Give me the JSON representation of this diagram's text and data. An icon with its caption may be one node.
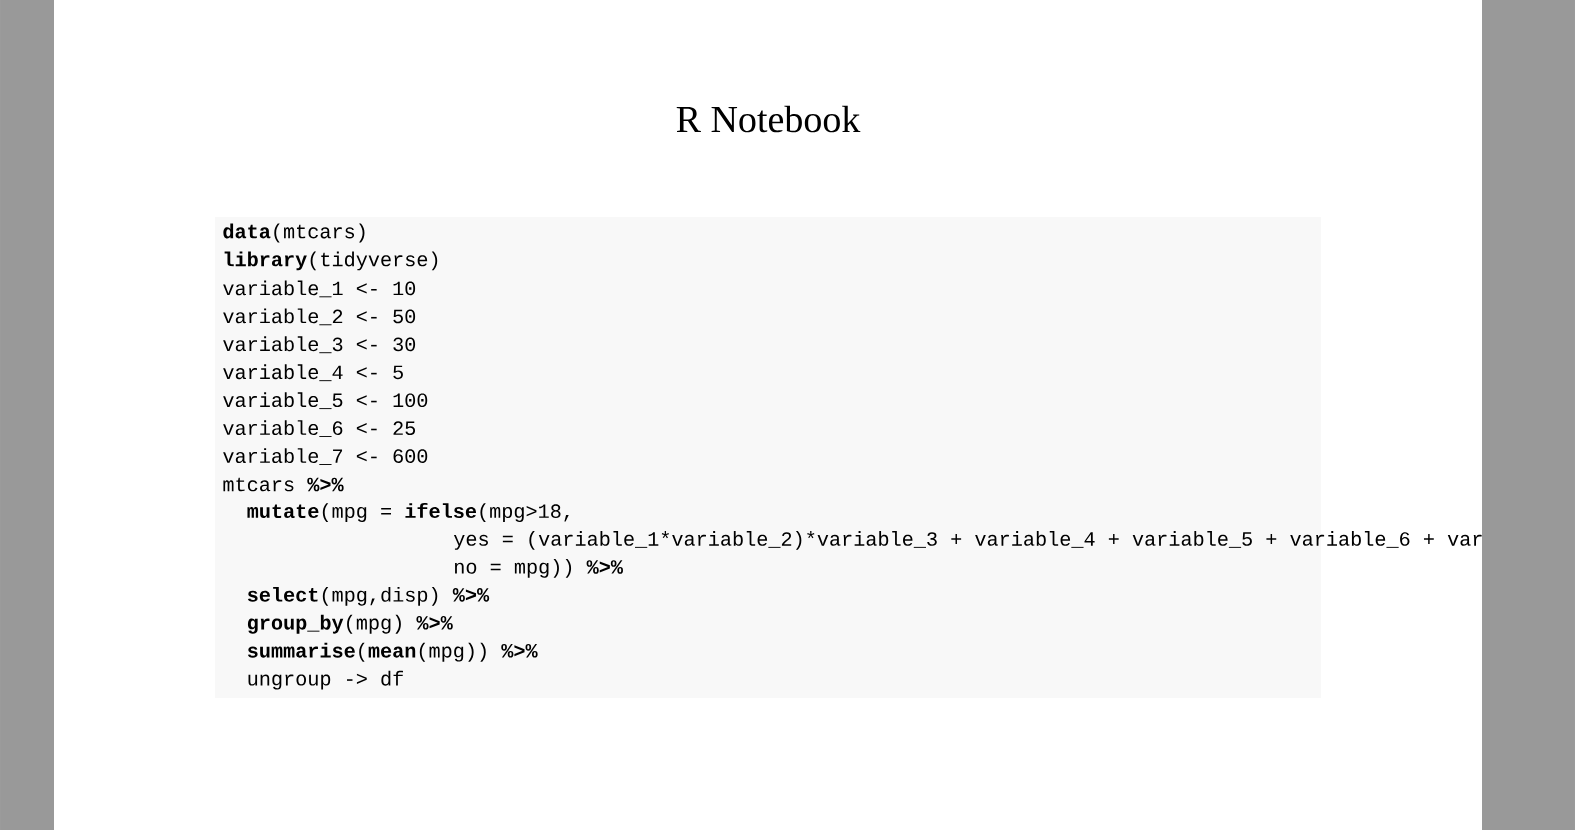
{
  "diagram": {
    "title": "R Notebook",
    "nodes": [
      {
        "text": [
          "**data**(mtcars)",
          "**library**(tidyverse)",
          "variable_1 <- 10",
          "variable_2 <- 50",
          "variable_3 <- 30",
          "variable_4 <- 5",
          "variable_5 <- 100",
          "variable_6 <- 25",
          "variable_7 <- 600",
          "mtcars **%>%**",
          "**mutate**(mpg = **ifelse**(mpg>18,",
          "yes = (variable_1*variable_2)*variable_3 + variable_4 + variable_5 + variable_6 + var",
          "no = mpg)) **%>%**",
          "**select**(mpg,disp) **%>%**",
          "**group_by**(mpg) **%>%**",
          "**summarise**(**mean**(mpg)) **%>%**",
          "ungroup -> df"
        ]
      }
    ]
  }
}
